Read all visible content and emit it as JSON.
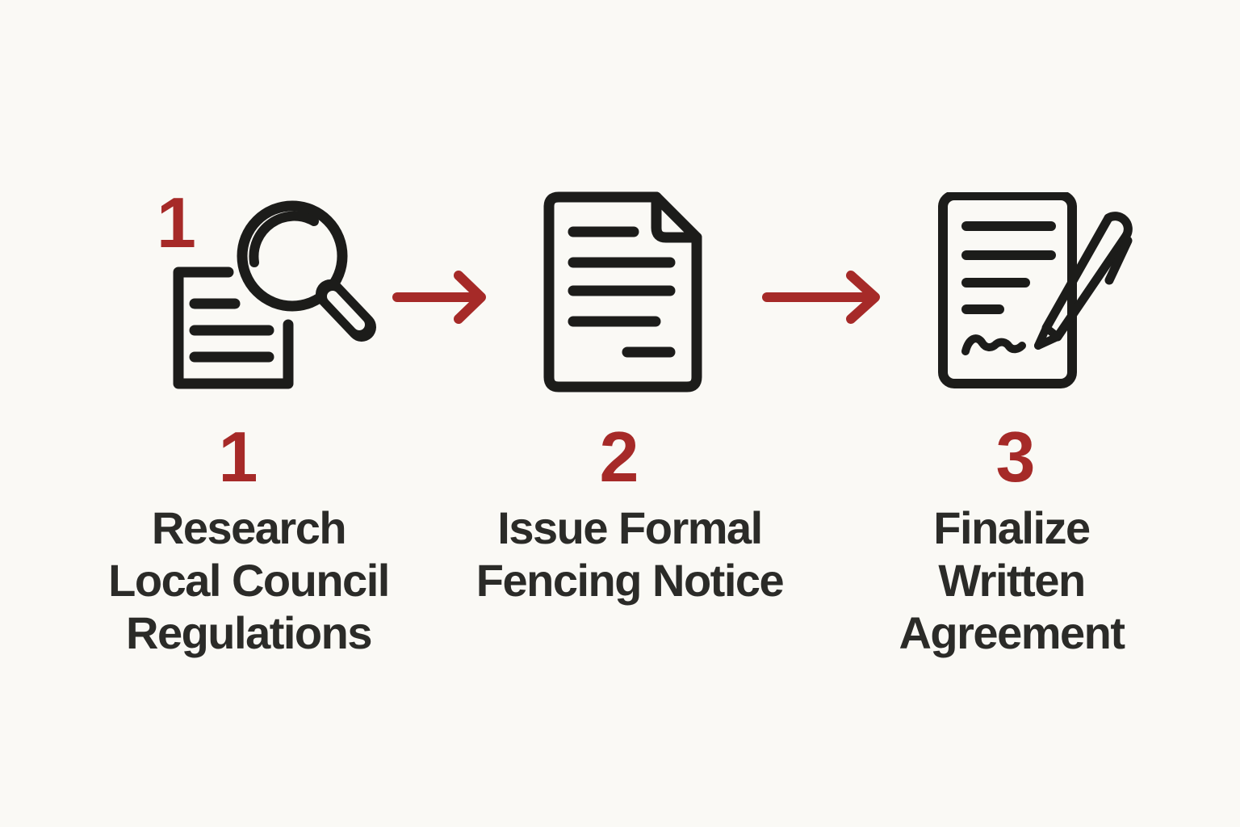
{
  "diagram": {
    "kind": "process-steps",
    "step_count": 3
  },
  "palette": {
    "accent": "#A62A28",
    "stroke": "#1C1C1A",
    "text": "#2B2B28",
    "bg": "#FAF9F5"
  },
  "steps": [
    {
      "corner_number": "1",
      "number": "1",
      "icon": "document-search-icon",
      "title_lines": [
        "Research",
        "Local Council",
        "Regulations"
      ]
    },
    {
      "number": "2",
      "icon": "document-icon",
      "title_lines": [
        "Issue Formal",
        "Fencing Notice"
      ]
    },
    {
      "number": "3",
      "icon": "signed-document-pen-icon",
      "title_lines": [
        "Finalize",
        "Written",
        "Agreement"
      ]
    }
  ],
  "connectors": [
    {
      "icon": "arrow-right-icon"
    },
    {
      "icon": "arrow-right-icon"
    }
  ]
}
